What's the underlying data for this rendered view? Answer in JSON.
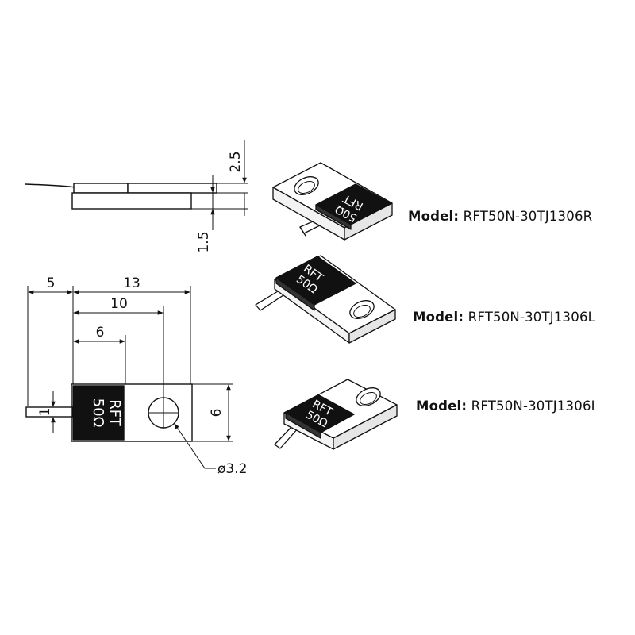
{
  "side_view": {
    "dims": {
      "thickness_top": "2.5",
      "thickness_bottom": "1.5"
    }
  },
  "top_view": {
    "dims": {
      "lead": "5",
      "length": "13",
      "hole_center": "10",
      "chip": "6",
      "lead_width": "1",
      "width": "6",
      "hole_diameter": "ø3.2"
    },
    "chip_text": {
      "line1": "RFT",
      "line2": "50Ω"
    }
  },
  "models": [
    {
      "prefix": "Model:",
      "value": "RFT50N-30TJ1306R",
      "chip_line1": "RFT",
      "chip_line2": "50Ω"
    },
    {
      "prefix": "Model:",
      "value": "RFT50N-30TJ1306L",
      "chip_line1": "RFT",
      "chip_line2": "50Ω"
    },
    {
      "prefix": "Model:",
      "value": "RFT50N-30TJ1306I",
      "chip_line1": "RFT",
      "chip_line2": "50Ω"
    }
  ]
}
